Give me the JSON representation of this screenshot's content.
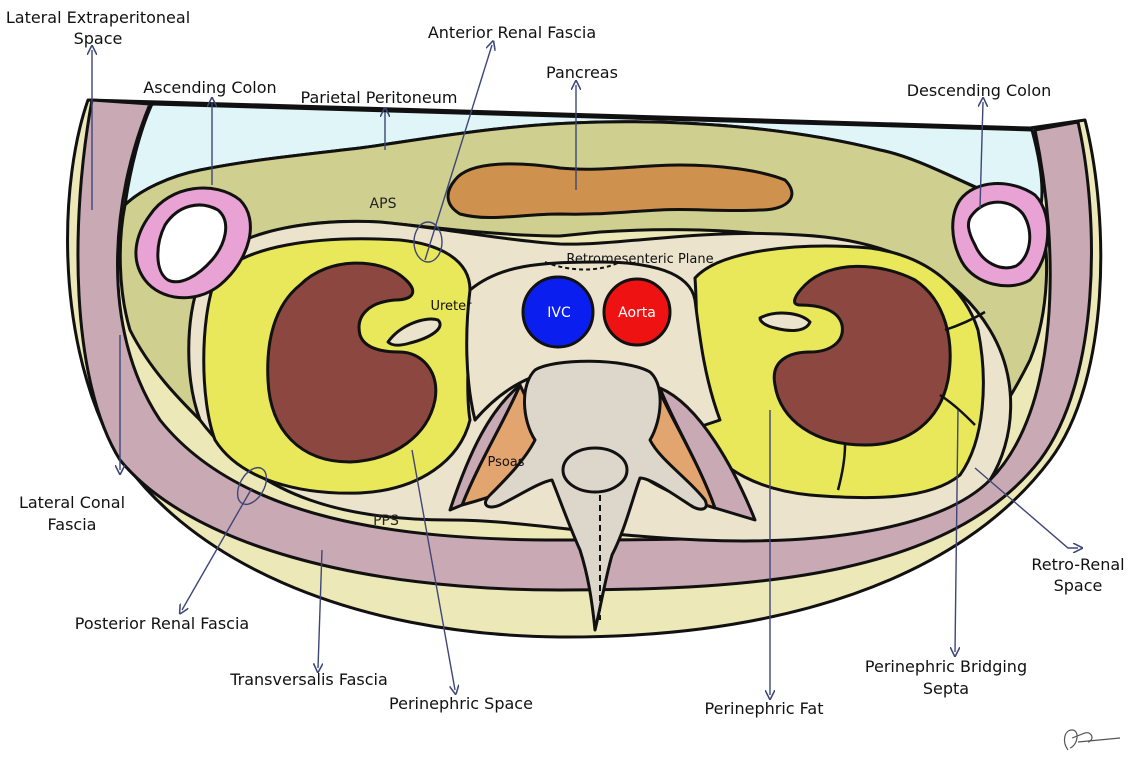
{
  "labels": {
    "lateral_extraperitoneal_space": [
      "Lateral Extraperitoneal",
      "Space"
    ],
    "anterior_renal_fascia": "Anterior Renal Fascia",
    "ascending_colon": "Ascending Colon",
    "parietal_peritoneum": "Parietal Peritoneum",
    "pancreas": "Pancreas",
    "descending_colon": "Descending Colon",
    "aps": "APS",
    "retromesenteric_plane": "Retromesenteric Plane",
    "ureter": "Ureter",
    "ivc": "IVC",
    "aorta": "Aorta",
    "psoas": "Psoas",
    "pps": "PPS",
    "lateral_conal_fascia": [
      "Lateral Conal",
      "Fascia"
    ],
    "posterior_renal_fascia": "Posterior Renal Fascia",
    "transversalis_fascia": "Transversalis Fascia",
    "perinephric_space": "Perinephric Space",
    "perinephric_fat": "Perinephric Fat",
    "perinephric_bridging_septa": [
      "Perinephric Bridging",
      "Septa"
    ],
    "retro_renal_space": [
      "Retro-Renal",
      "Space"
    ]
  },
  "colors": {
    "body_wall": "#ece8b8",
    "muscle_band": "#c9a9b4",
    "peritoneal_cavity": "#dff5f7",
    "anterior_pararenal": "#cfcf8f",
    "fascia_fat": "#ece3cd",
    "perinephric_fat": "#e8e85a",
    "kidney": "#8b4740",
    "pancreas": "#cf924e",
    "colon": "#e8a2d4",
    "ivc": "#0a1ef0",
    "aorta": "#ef1212",
    "psoas": "#e3a56f",
    "vertebra": "#ddd6cb",
    "arrow": "#3d4677"
  }
}
